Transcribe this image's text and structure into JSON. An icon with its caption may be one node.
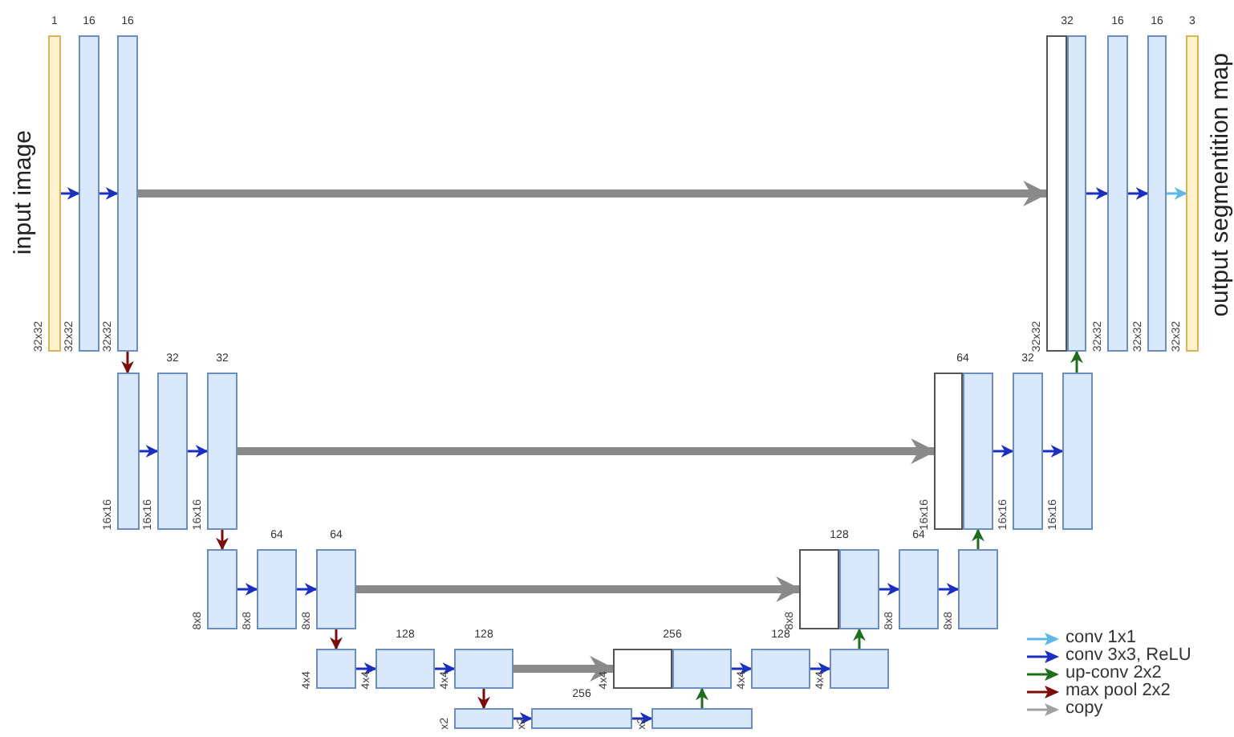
{
  "diagram": {
    "nodes": [
      {
        "text": [],
        "shape": "box",
        "beside": [
          "1",
          "32x32"
        ]
      },
      {
        "text": [],
        "shape": "box",
        "beside": [
          "16",
          "32x32"
        ]
      },
      {
        "text": [],
        "shape": "box",
        "beside": [
          "16",
          "32x32"
        ]
      },
      {
        "text": [],
        "shape": "box",
        "beside": [
          "16x16"
        ]
      },
      {
        "text": [],
        "shape": "box",
        "beside": [
          "32",
          "16x16"
        ]
      },
      {
        "text": [],
        "shape": "box",
        "beside": [
          "32",
          "16x16"
        ]
      },
      {
        "text": [],
        "shape": "box",
        "beside": [
          "8x8"
        ]
      },
      {
        "text": [],
        "shape": "box",
        "beside": [
          "64",
          "8x8"
        ]
      },
      {
        "text": [],
        "shape": "box",
        "beside": [
          "64",
          "8x8"
        ]
      },
      {
        "text": [],
        "shape": "box",
        "beside": [
          "4x4"
        ]
      },
      {
        "text": [],
        "shape": "box",
        "beside": [
          "128",
          "4x4"
        ]
      },
      {
        "text": [],
        "shape": "box",
        "beside": [
          "128",
          "4x4"
        ]
      },
      {
        "text": [],
        "shape": "box",
        "beside": [
          "x2"
        ]
      },
      {
        "text": [],
        "shape": "box",
        "beside": [
          "256",
          "x2"
        ]
      },
      {
        "text": [],
        "shape": "box",
        "beside": [
          "x2"
        ]
      },
      {
        "text": [],
        "shape": "box",
        "beside": [
          "256",
          "4x4"
        ]
      },
      {
        "text": [],
        "shape": "box"
      },
      {
        "text": [],
        "shape": "box",
        "beside": [
          "128",
          "4x4"
        ]
      },
      {
        "text": [],
        "shape": "box",
        "beside": [
          "4x4"
        ]
      },
      {
        "text": [],
        "shape": "box",
        "beside": [
          "128",
          "8x8"
        ]
      },
      {
        "text": [],
        "shape": "box"
      },
      {
        "text": [],
        "shape": "box",
        "beside": [
          "64",
          "8x8"
        ]
      },
      {
        "text": [],
        "shape": "box",
        "beside": [
          "8x8"
        ]
      },
      {
        "text": [],
        "shape": "box",
        "beside": [
          "64",
          "16x16"
        ]
      },
      {
        "text": [],
        "shape": "box"
      },
      {
        "text": [],
        "shape": "box",
        "beside": [
          "32",
          "16x16"
        ]
      },
      {
        "text": [],
        "shape": "box",
        "beside": [
          "16x16"
        ]
      },
      {
        "text": [],
        "shape": "box",
        "beside": [
          "32",
          "32x32"
        ]
      },
      {
        "text": [],
        "shape": "box"
      },
      {
        "text": [],
        "shape": "box",
        "beside": [
          "16",
          "32x32"
        ]
      },
      {
        "text": [],
        "shape": "box",
        "beside": [
          "16",
          "32x32"
        ]
      },
      {
        "text": [],
        "shape": "box",
        "beside": [
          "3",
          "32x32"
        ]
      }
    ],
    "edges": [
      {
        "from": 0,
        "to": 1,
        "arrow": "to"
      },
      {
        "from": 1,
        "to": 2,
        "arrow": "to"
      },
      {
        "from": 2,
        "to": 3,
        "arrow": "to",
        "color": "#7b0a0a"
      },
      {
        "from": 3,
        "to": 4,
        "arrow": "to"
      },
      {
        "from": 4,
        "to": 5,
        "arrow": "to"
      },
      {
        "from": 5,
        "to": 6,
        "arrow": "to",
        "color": "#7b0a0a"
      },
      {
        "from": 6,
        "to": 7,
        "arrow": "to"
      },
      {
        "from": 7,
        "to": 8,
        "arrow": "to"
      },
      {
        "from": 8,
        "to": 9,
        "arrow": "to",
        "color": "#7b0a0a"
      },
      {
        "from": 9,
        "to": 10,
        "arrow": "to"
      },
      {
        "from": 10,
        "to": 11,
        "arrow": "to"
      },
      {
        "from": 11,
        "to": 12,
        "arrow": "to",
        "color": "#7b0a0a"
      },
      {
        "from": 12,
        "to": 13,
        "arrow": "to"
      },
      {
        "from": 13,
        "to": 14,
        "arrow": "to"
      },
      {
        "from": 14,
        "to": 16,
        "arrow": "to",
        "color": "#1e6e1e"
      },
      {
        "from": 16,
        "to": 17,
        "arrow": "to"
      },
      {
        "from": 17,
        "to": 18,
        "arrow": "to"
      },
      {
        "from": 18,
        "to": 20,
        "arrow": "to",
        "color": "#1e6e1e"
      },
      {
        "from": 20,
        "to": 21,
        "arrow": "to"
      },
      {
        "from": 21,
        "to": 22,
        "arrow": "to"
      },
      {
        "from": 22,
        "to": 24,
        "arrow": "to",
        "color": "#1e6e1e"
      },
      {
        "from": 24,
        "to": 25,
        "arrow": "to"
      },
      {
        "from": 25,
        "to": 26,
        "arrow": "to"
      },
      {
        "from": 26,
        "to": 28,
        "arrow": "to",
        "color": "#1e6e1e"
      },
      {
        "from": 28,
        "to": 29,
        "arrow": "to"
      },
      {
        "from": 29,
        "to": 30,
        "arrow": "to"
      },
      {
        "from": 30,
        "to": 31,
        "arrow": "to",
        "color": "#5bb8e8"
      },
      {
        "from": 2,
        "to": 27,
        "arrow": "to",
        "style": "thick",
        "color": "#8a8a8a"
      },
      {
        "from": 5,
        "to": 23,
        "arrow": "to",
        "style": "thick",
        "color": "#8a8a8a"
      },
      {
        "from": 8,
        "to": 19,
        "arrow": "to",
        "style": "thick",
        "color": "#8a8a8a"
      },
      {
        "from": 11,
        "to": 15,
        "arrow": "to",
        "style": "thick",
        "color": "#8a8a8a"
      }
    ],
    "labels": [
      "input image",
      "output segmentition map"
    ],
    "legend": [
      {
        "text": "conv 1x1",
        "color": "#5bb8e8"
      },
      {
        "text": "conv 3x3, ReLU",
        "color": "#1a2fc0"
      },
      {
        "text": "up-conv 2x2",
        "color": "#1e6e1e"
      },
      {
        "text": "max pool 2x2",
        "color": "#7b0a0a"
      },
      {
        "text": "copy",
        "color": "#a0a0a0"
      }
    ]
  }
}
